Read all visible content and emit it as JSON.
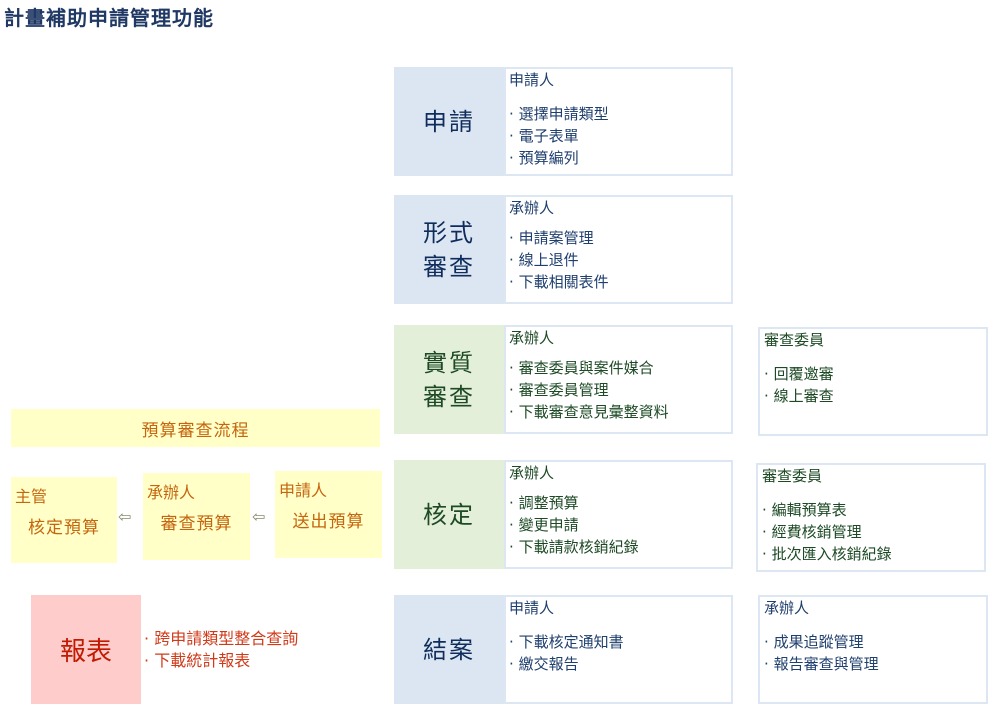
{
  "title": "計畫補助申請管理功能",
  "stages": [
    {
      "label": [
        "申請"
      ],
      "color": "blue",
      "panels": [
        {
          "role": "申請人",
          "items": [
            "選擇申請類型",
            "電子表單",
            "預算編列"
          ]
        }
      ]
    },
    {
      "label": [
        "形式",
        "審查"
      ],
      "color": "blue",
      "panels": [
        {
          "role": "承辦人",
          "items": [
            "申請案管理",
            "線上退件",
            "下載相關表件"
          ]
        }
      ]
    },
    {
      "label": [
        "實質",
        "審查"
      ],
      "color": "green",
      "panels": [
        {
          "role": "承辦人",
          "items": [
            "審查委員與案件媒合",
            "審查委員管理",
            "下載審查意見彙整資料"
          ]
        },
        {
          "role": "審查委員",
          "items": [
            "回覆邀審",
            "線上審查"
          ]
        }
      ]
    },
    {
      "label": [
        "核定"
      ],
      "color": "green",
      "panels": [
        {
          "role": "承辦人",
          "items": [
            "調整預算",
            "變更申請",
            "下載請款核銷紀錄"
          ]
        },
        {
          "role": "審查委員",
          "items": [
            "編輯預算表",
            "經費核銷管理",
            "批次匯入核銷紀錄"
          ]
        }
      ]
    },
    {
      "label": [
        "結案"
      ],
      "color": "blue",
      "panels": [
        {
          "role": "申請人",
          "items": [
            "下載核定通知書",
            "繳交報告"
          ]
        },
        {
          "role": "承辦人",
          "items": [
            "成果追蹤管理",
            "報告審查與管理"
          ]
        }
      ]
    }
  ],
  "budget_flow": {
    "title": "預算審查流程",
    "steps": [
      {
        "role": "主管",
        "action": "核定預算"
      },
      {
        "role": "承辦人",
        "action": "審查預算"
      },
      {
        "role": "申請人",
        "action": "送出預算"
      }
    ],
    "arrow": "⇦"
  },
  "report": {
    "label": "報表",
    "items": [
      "跨申請類型整合查詢",
      "下載統計報表"
    ]
  },
  "bullet": "·"
}
